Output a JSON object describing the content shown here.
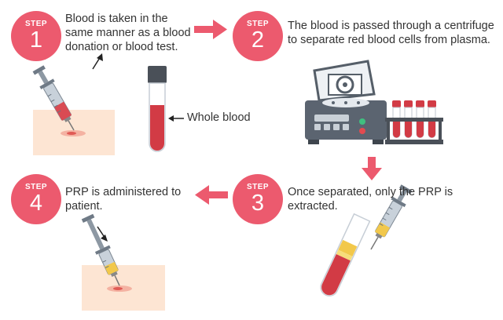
{
  "colors": {
    "accent": "#ec5a6e",
    "skin": "#fde5d3",
    "blood": "#d23b45",
    "plasma": "#f2c84b",
    "device": "#5b6470"
  },
  "steps": [
    {
      "label": "STEP",
      "number": "1",
      "lines": [
        "Blood is taken in the",
        "same manner as a blood",
        "donation or blood test."
      ]
    },
    {
      "label": "STEP",
      "number": "2",
      "lines": [
        "The blood is passed through a centrifuge",
        "to separate red blood cells from plasma."
      ]
    },
    {
      "label": "STEP",
      "number": "3",
      "lines": [
        "Once separated, only the PRP is",
        "extracted."
      ]
    },
    {
      "label": "STEP",
      "number": "4",
      "lines": [
        "PRP is administered to",
        "patient."
      ]
    }
  ],
  "annotation": {
    "whole_blood": "Whole blood"
  }
}
